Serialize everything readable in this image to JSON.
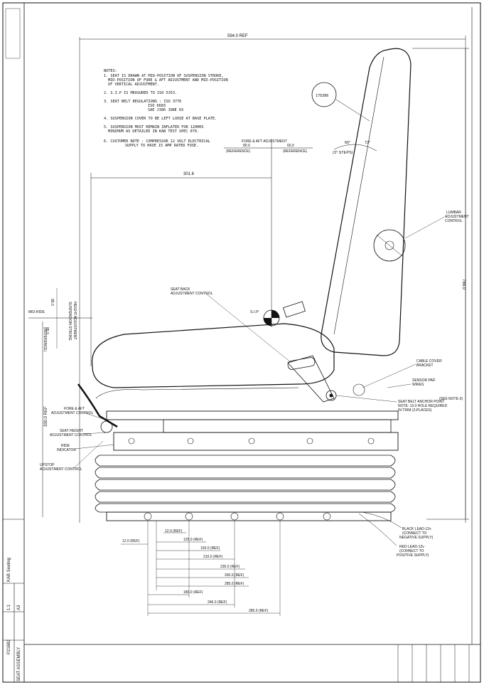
{
  "notes": {
    "heading": "NOTES:",
    "items": [
      "1. SEAT IS DRAWN AT MID-POSITION OF SUSPENSION STROKE,",
      "MID-POSITION OF FORE & AFT ADJUSTMENT AND MID-POSITION",
      "OF VERTICAL ADJUSTMENT.",
      "2. S.I.P IS MEASURED TO ISO 5353.",
      "3. SEAT BELT REGULATIONS : ISO 3776",
      "ISO 6683",
      "SAE J386 JUNE 93",
      "4. SUSPENSION COVER TO BE LEFT LOOSE AT BASE PLATE.",
      "5. SUSPENSION MUST REMAIN INFLATED FOR 120HRS",
      "MINIMUM AS DETAILED IN KAB TEST SPEC 070.",
      "6. CUSTOMER NOTE : COMPRESSOR 12 VOLT ELECTRICAL",
      "SUPPLY TO HAVE 15 AMP RATED FUSE."
    ]
  },
  "dimensions": {
    "overall_width": "594.0 REF",
    "sip_horizontal": "301.6",
    "height_right": "788.0",
    "height_left": "330.0 REF",
    "fore_aft_title": "FORE & AFT ADJUSTMENT",
    "fore_aft_left": "80.0",
    "fore_aft_right": "60.0",
    "reference": "(REFERENCE)",
    "angle_left": "66°",
    "angle_right": "72°",
    "angle_steps": "(3° STEPS)",
    "mid_ride": "MID-RIDE",
    "height_adj": "HEIGHT ADJUSTMENT",
    "suspension_stroke": "SUSPENSION STROKE",
    "suspension_value": "85.0",
    "suspension_value_2": "85.0",
    "ref_bottom": "(REFERENCE)",
    "bottom": [
      "12.0 (REF)",
      "12.0 (REF)",
      "125.0 (REF)",
      "193.0 (REF)",
      "210.0 (REF)",
      "235.0 (REF)",
      "260.0 (REF)",
      "285.0 (REF)",
      "180.0 (REF)",
      "246.0 (REF)",
      "285.0 (REF)"
    ]
  },
  "callouts": {
    "part_number": "175386",
    "lumbar": [
      "LUMBAR",
      "ADJUSTMENT",
      "CONTROL"
    ],
    "seat_back": [
      "SEAT BACK",
      "ADJUSTMENT CONTROL"
    ],
    "sip": "S.I.P",
    "fore_aft_control": [
      "FORE & AFT",
      "ADJUSTMENT CONTROL"
    ],
    "seat_height": [
      "SEAT HEIGHT",
      "ADJUSTMENT CONTROL"
    ],
    "ride_indicator": [
      "RIDE",
      "INDICATOR"
    ],
    "upstop": [
      "UPSTOP",
      "ADJUSTMENT CONTROL"
    ],
    "cable_cover": [
      "CABLE COVER",
      "BRACKET"
    ],
    "sensor_pad": [
      "SENSOR PAD",
      "WIRES"
    ],
    "anchor": [
      "SEAT BELT ANCHOR POINT",
      "NOTE: 10.0 HOLE REQUIRED",
      "IN TRIM (2-PLACES)"
    ],
    "see_note": "(SEE NOTE-3)",
    "black_lead": [
      "BLACK LEAD-12v",
      "(CONNECT TO",
      "NEGATIVE SUPPLY)"
    ],
    "red_lead": [
      "RED LEAD-12v",
      "(CONNECT TO",
      "POSITIVE SUPPLY)"
    ]
  },
  "title_block": {
    "drawing_no": "P21682",
    "title": "SEAT ASSEMBLY",
    "company": "KAB Seating",
    "scale": "1:1",
    "sheet": "A3"
  }
}
